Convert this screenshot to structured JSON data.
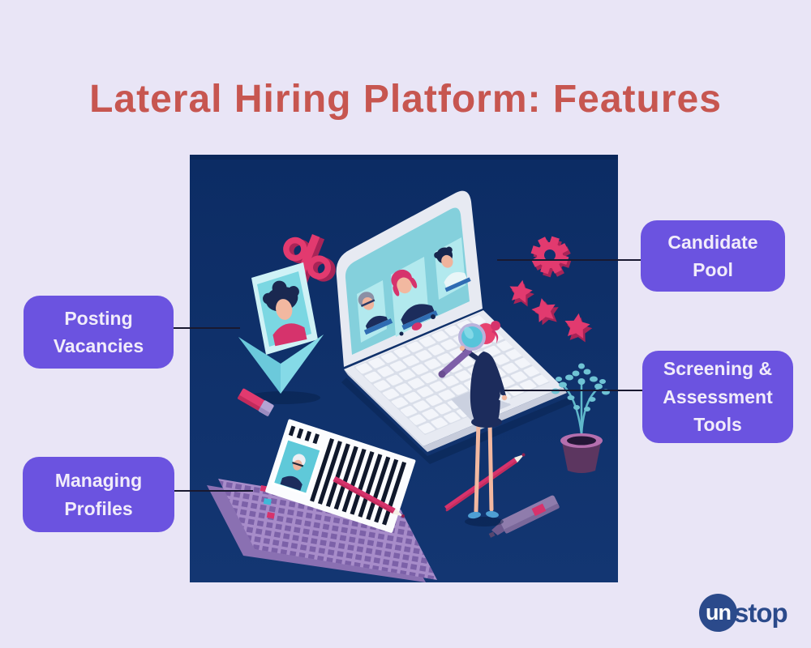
{
  "title": "Lateral Hiring Platform: Features",
  "features": [
    {
      "id": "candidate-pool",
      "label": "Candidate\nPool"
    },
    {
      "id": "posting-vacancies",
      "label": "Posting\nVacancies"
    },
    {
      "id": "screening-assessment-tools",
      "label": "Screening &\nAssessment\nTools"
    },
    {
      "id": "managing-profiles",
      "label": "Managing\nProfiles"
    }
  ],
  "logo": {
    "prefix": "un",
    "suffix": "stop"
  },
  "colors": {
    "page_bg": "#e9e5f6",
    "title": "#c75650",
    "panel_navy": "#0e316e",
    "box_purple": "#6b53e0",
    "box_text": "#f1ecfa",
    "accent_pink": "#d93568",
    "accent_teal": "#82cedc",
    "logo_blue": "#2b4a8b",
    "connector": "#191930"
  },
  "illustration": {
    "icons": [
      "laptop-video-call",
      "video-participants",
      "magnifying-glass",
      "recruiter-figure",
      "envelope-candidate-photo",
      "percent-symbol",
      "gear",
      "rating-stars",
      "resume-document",
      "assessment-sheet",
      "pencil",
      "eraser",
      "highlighter",
      "potted-plant"
    ]
  }
}
